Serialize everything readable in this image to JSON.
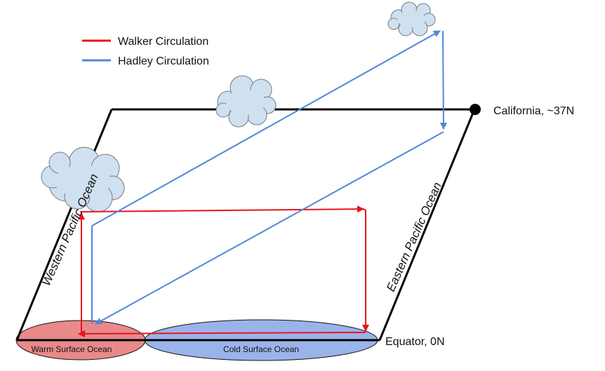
{
  "legend": {
    "walker": {
      "label": "Walker Circulation",
      "color": "#e8141c"
    },
    "hadley": {
      "label": "Hadley Circulation",
      "color": "#4f88d8"
    }
  },
  "labels": {
    "california": "California, ~37N",
    "equator": "Equator, 0N",
    "western_pacific": "Western Pacific Ocean",
    "eastern_pacific": "Eastern Pacific Ocean",
    "warm_surface": "Warm Surface Ocean",
    "cold_surface": "Cold Surface Ocean"
  },
  "colors": {
    "outline": "#000000",
    "warm_surface_fill": "#e88a8a",
    "cold_surface_fill": "#9ab4ea",
    "cloud_fill": "#cfe0f1",
    "cloud_stroke": "#7a7a7a"
  },
  "icons": [
    "cloud-icon",
    "location-dot-icon",
    "arrow-icon"
  ]
}
